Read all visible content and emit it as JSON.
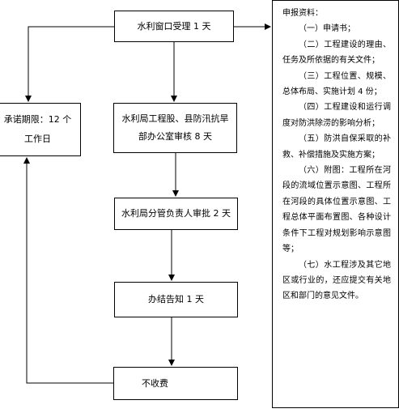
{
  "steps": {
    "accept": "水利窗口受理 1 天",
    "review_line1": "水利局工程股、县防汛抗旱",
    "review_line2": "部办公室审核 8 天",
    "approve": "水利局分管负责人审批 2 天",
    "notify": "办结告知 1 天",
    "fee": "不收费"
  },
  "deadline": {
    "line1": "承诺期限：12 个",
    "line2": "工作日"
  },
  "materials": {
    "heading": "申报资料：",
    "items": [
      "（一）申请书；",
      "（二）工程建设的理由、任务及所依据的有关文件；",
      "（三）工程位置、规模、总体布局、实施计划 4 份；",
      "（四）工程建设和运行调度对防洪除涝的影响分析；",
      "（五）防洪自保采取的补救、补偿措施及实施方案；",
      "（六）附图：工程所在河段的流域位置示意图、工程所在河段的具体位置示意图、工程总体平面布置图、各种设计条件下工程对规划影响示意图等；",
      "（七）水工程涉及其它地区或行业的，还应提交有关地区和部门的意见文件。"
    ]
  }
}
